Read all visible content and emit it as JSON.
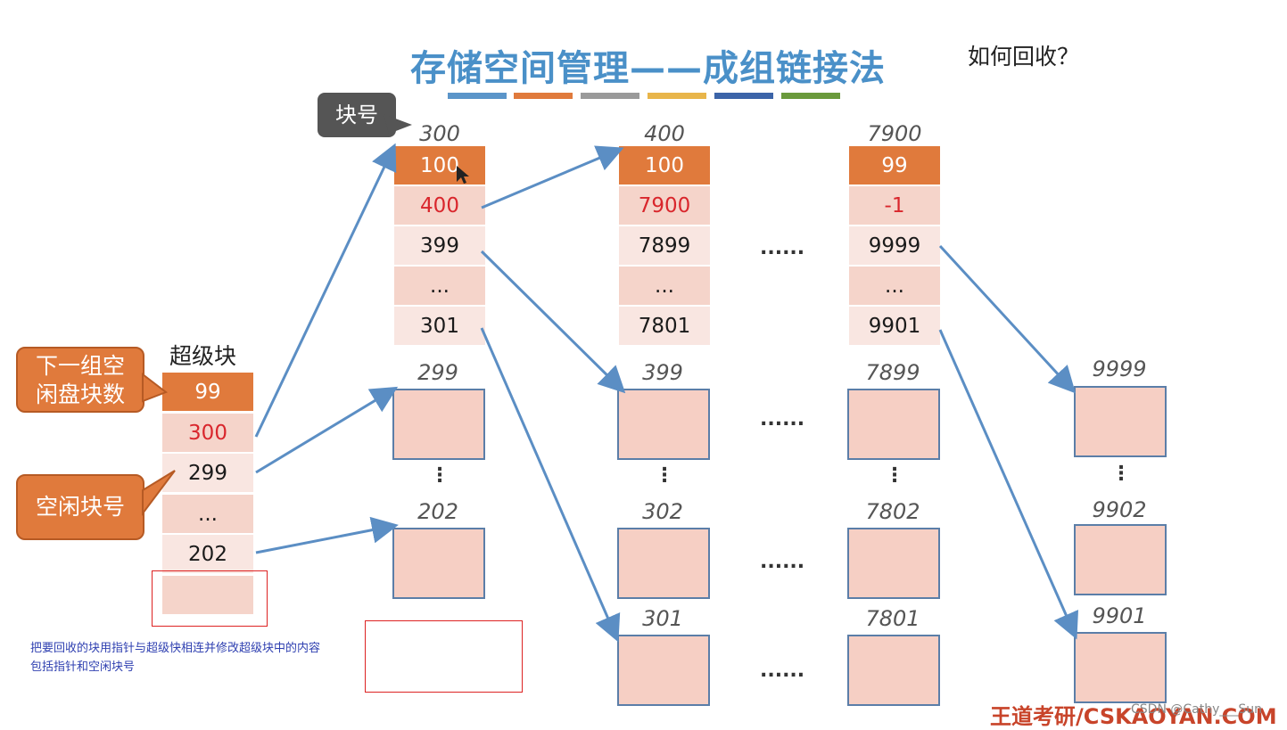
{
  "title": "存储空间管理——成组链接法",
  "question": "如何回收？",
  "title_bar_colors": [
    "#5b95c9",
    "#e07a3c",
    "#9a9a9a",
    "#e8b54a",
    "#3c64a8",
    "#6a9a3c"
  ],
  "callout_block_number": "块号",
  "callout_next_group": [
    "下一组空",
    "闲盘块数"
  ],
  "callout_free_block": "空闲块号",
  "superblock": {
    "label": "超级块",
    "cells": [
      "99",
      "300",
      "299",
      "...",
      "202",
      ""
    ]
  },
  "groups": [
    {
      "block": "300",
      "cells": [
        "100",
        "400",
        "399",
        "...",
        "301"
      ]
    },
    {
      "block": "400",
      "cells": [
        "100",
        "7900",
        "7899",
        "...",
        "7801"
      ]
    },
    {
      "block": "7900",
      "cells": [
        "99",
        "-1",
        "9999",
        "...",
        "9901"
      ]
    }
  ],
  "free_blocks": {
    "col1": [
      "299",
      "202"
    ],
    "col2": [
      "399",
      "302",
      "301"
    ],
    "col3": [
      "7899",
      "7802",
      "7801"
    ],
    "col4": [
      "9999",
      "9902",
      "9901"
    ]
  },
  "ellipsis": "......",
  "vdots": "⋮",
  "note_line1": "把要回收的块用指针与超级快相连并修改超级块中的内容",
  "note_line2": "包括指针和空闲块号",
  "watermark": "王道考研/CSKAOYAN.COM",
  "csdn": "CSDN @Cathy___Sun",
  "colors": {
    "orange": "#e07a3c",
    "arrow": "#5b8ec4",
    "title": "#4a90c8",
    "red_text": "#d9262c"
  }
}
